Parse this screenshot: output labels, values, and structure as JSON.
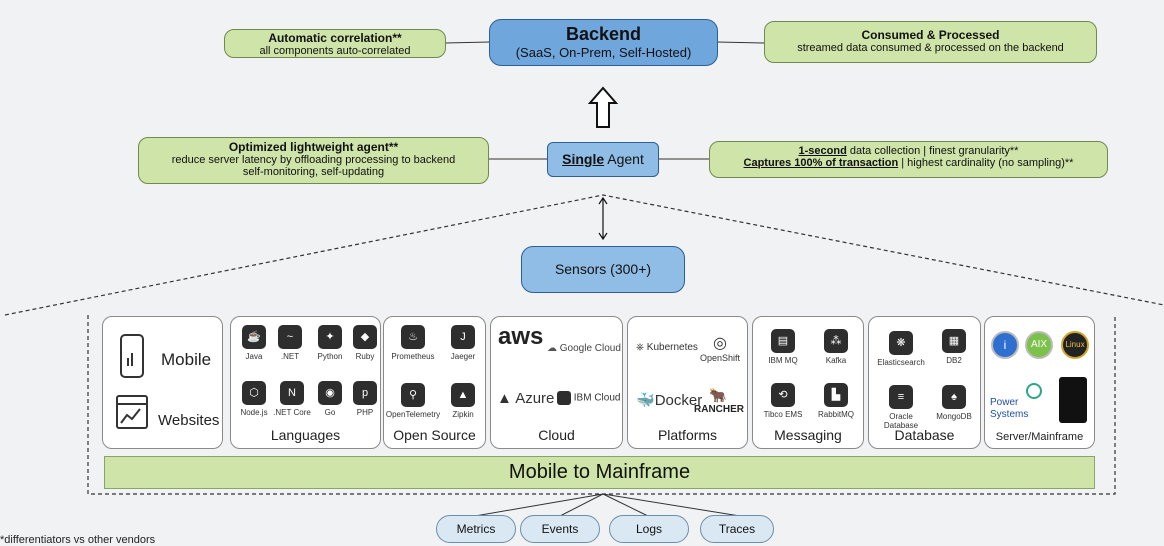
{
  "backend": {
    "title": "Backend",
    "subtitle": "(SaaS, On-Prem, Self-Hosted)"
  },
  "auto_corr": {
    "title": "Automatic correlation**",
    "text": "all components auto-correlated"
  },
  "consumed": {
    "title": "Consumed & Processed",
    "text": "streamed data consumed & processed on the backend"
  },
  "agent": {
    "strong": "Single",
    "rest": " Agent"
  },
  "optimized": {
    "title": "Optimized lightweight agent**",
    "line1": "reduce server latency by offloading processing to backend",
    "line2": "self-monitoring, self-updating"
  },
  "collection": {
    "bold1": "1-second",
    "rest1": " data collection | finest granularity**",
    "bold2": "Captures 100% of transaction",
    "rest2": " | highest cardinality (no sampling)**"
  },
  "sensors": "Sensors (300+)",
  "tiles": {
    "mobile": {
      "mobile": "Mobile",
      "websites": "Websites"
    },
    "languages": {
      "title": "Languages",
      "items": [
        "Java",
        ".NET",
        "Python",
        "Ruby",
        "Node.js",
        ".NET Core",
        "Go",
        "PHP"
      ]
    },
    "opensource": {
      "title": "Open Source",
      "items": [
        "Prometheus",
        "Jaeger",
        "OpenTelemetry",
        "Zipkin"
      ]
    },
    "cloud": {
      "title": "Cloud",
      "aws": "aws",
      "google": "Google Cloud",
      "azure": "Azure",
      "ibm": "IBM Cloud"
    },
    "platforms": {
      "title": "Platforms",
      "kubernetes": "Kubernetes",
      "openshift": "OpenShift",
      "docker": "Docker",
      "rancher": "RANCHER"
    },
    "messaging": {
      "title": "Messaging",
      "items": [
        "IBM MQ",
        "Kafka",
        "Tibco EMS",
        "RabbitMQ"
      ]
    },
    "database": {
      "title": "Database",
      "items": [
        "Elasticsearch",
        "DB2",
        "Oracle Database",
        "MongoDB"
      ]
    },
    "server": {
      "title": "Server/Mainframe",
      "aix": "AIX",
      "linux": "Linux",
      "power1": "Power",
      "power2": "Systems"
    }
  },
  "mainframe_bar": "Mobile to Mainframe",
  "outputs": [
    "Metrics",
    "Events",
    "Logs",
    "Traces"
  ],
  "footnote": "*differentiators vs other vendors",
  "colors": {
    "green": "#cfe4a8",
    "blue": "#6fa6dc",
    "bar": "#cfe4a8"
  }
}
